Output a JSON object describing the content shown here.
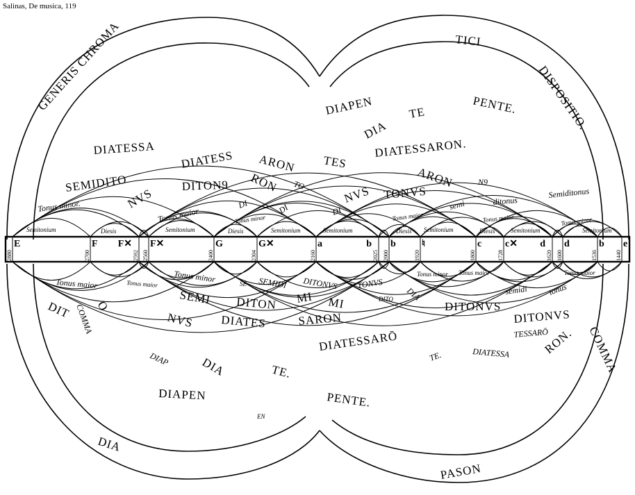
{
  "caption": "Salinas, De musica, 119",
  "top_labels": {
    "generis": "GENERIS CHROMA",
    "tici": "TICI",
    "dispositio": "DISPOSITIO.",
    "diapen": "DIAPEN",
    "te": "TE",
    "pente": "PENTE.",
    "dia": "DIA",
    "diatessa": "DIATESSA",
    "diatess": "DIATESS",
    "aron1": "ARON",
    "tes": "TES",
    "diatessaron": "DIATESSARON.",
    "semidito": "SEMIDITO",
    "ditonus": "DITON9",
    "ron": "RON",
    "aron2": "ARON",
    "nus1": "NVS",
    "nus2": "NVS",
    "no": "N9",
    "tonus": "TONVS",
    "to": "TO",
    "di1": "DI",
    "di2": "DI",
    "di3": "DI",
    "semiditonus": "Semiditonus",
    "tonus_minor1": "Tonus minor.",
    "tonus_maior1": "Tonus maior",
    "tonus_minor2": "Tonus minor",
    "tonus_maior2": "Tonus maior",
    "tonus_maior3": "Tonus maior",
    "tonus_minor3": "Tonus minor",
    "semi": "semi",
    "ditonus_small": "ditonus",
    "semitonium1": "Semitonium",
    "diesis1": "Diesis",
    "semitonium2": "Semitonium",
    "diesis2": "Diesis",
    "semitonium3": "Semitonium",
    "semitonium4": "Semitonium",
    "diesis3": "Diesis",
    "semitonium5": "Semitonium",
    "diesis4": "Diesis",
    "semitonium6": "Semitonium",
    "semitonium7": "Semitonium"
  },
  "notes": [
    {
      "name": "E",
      "value": "2880"
    },
    {
      "name": "F",
      "value": "2700"
    },
    {
      "name": "F✕",
      "value": "2592"
    },
    {
      "name": "F✕",
      "value": "2560"
    },
    {
      "name": "G",
      "value": "2400"
    },
    {
      "name": "G✕",
      "value": "2304"
    },
    {
      "name": "a",
      "value": "2160"
    },
    {
      "name": "b",
      "value": "2025"
    },
    {
      "name": "b",
      "value": "2000"
    },
    {
      "name": "♮",
      "value": "1920"
    },
    {
      "name": "c",
      "value": "1800"
    },
    {
      "name": "c✕",
      "value": "1728"
    },
    {
      "name": "d",
      "value": "1620"
    },
    {
      "name": "d",
      "value": "1600"
    },
    {
      "name": "b",
      "value": "1536"
    },
    {
      "name": "e",
      "value": "1440"
    }
  ],
  "bottom_labels": {
    "tonus_maior1": "Tonus maior",
    "tonus_maior2": "Tonus maior",
    "tonus_minor": "Tonus minor",
    "semi": "SEMI",
    "semidi": "SEMIDI",
    "se": "SE",
    "diton": "DITON",
    "mi1": "MI",
    "mi2": "MI",
    "ditonus1": "DITONVS",
    "tonus": "TONVS",
    "dito": "DITO",
    "dia1": "DIA",
    "tonus_minor2": "Tonus minor",
    "tonus_maior3": "Tonus maior",
    "tonus_maior4": "Tonus maior",
    "ditonus2": "DITONVS",
    "semidi2": "semidi",
    "tonus2": "tonus",
    "ditonus3": "DITONVS",
    "dit": "DIT",
    "comma1": "COMMA",
    "o": "O",
    "nus": "NVS",
    "diates": "DIATES",
    "saron": "SARON",
    "diatessaro": "DIATESSARŌ",
    "tessaro": "TESSARŌ",
    "diatessa": "DIATESSA",
    "ron": "RON.",
    "comma2": "COMMA",
    "diap": "DIAP",
    "dia2": "DIA",
    "te": "TE.",
    "te2": "TE.",
    "diapen": "DIAPEN",
    "pente": "PENTE.",
    "en": "EN",
    "dia3": "DIA",
    "pason": "PASON"
  }
}
